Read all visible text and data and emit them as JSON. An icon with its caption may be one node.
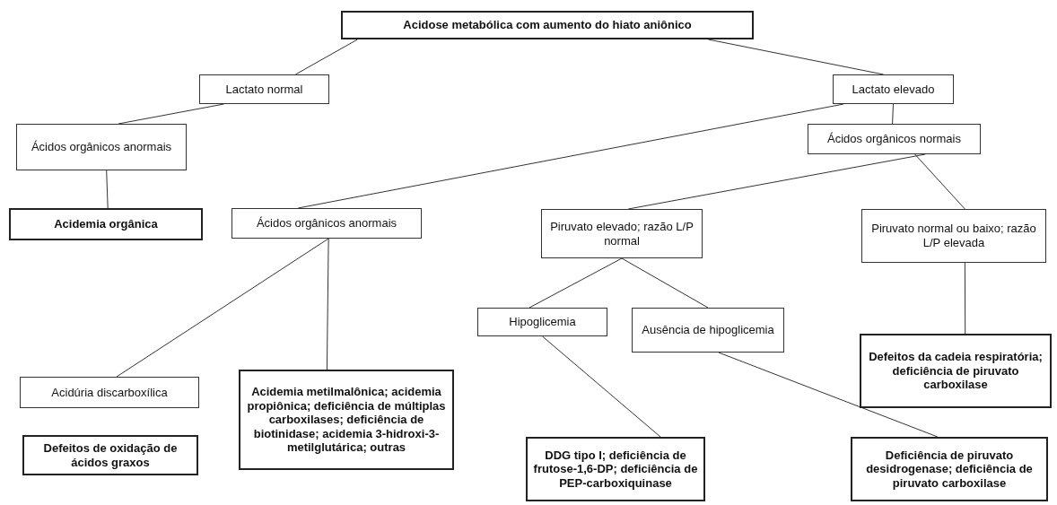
{
  "diagram": {
    "nodes": [
      {
        "text": [
          "Acidose metabólica com aumento do hiato aniônico"
        ]
      },
      {
        "text": [
          "Lactato normal"
        ]
      },
      {
        "text": [
          "Lactato elevado"
        ]
      },
      {
        "text": [
          "Ácidos orgânicos anormais"
        ]
      },
      {
        "text": [
          "Ácidos orgânicos normais"
        ]
      },
      {
        "text": [
          "Acidemia orgânica"
        ]
      },
      {
        "text": [
          "Ácidos orgânicos anormais"
        ]
      },
      {
        "text": [
          "Piruvato elevado; razão L/P normal"
        ]
      },
      {
        "text": [
          "Piruvato normal ou baixo; razão L/P elevada"
        ]
      },
      {
        "text": [
          "Hipoglicemia"
        ]
      },
      {
        "text": [
          "Ausência de hipoglicemia"
        ]
      },
      {
        "text": [
          "Defeitos da cadeia respiratória; deficiência de piruvato carboxilase"
        ]
      },
      {
        "text": [
          "Acidúria discarboxílica"
        ]
      },
      {
        "text": [
          "Acidemia metilmalônica; acidemia propiônica; deficiência de múltiplas carboxilases; deficiência de biotinidase; acidemia 3-hidroxi-3-metilglutárica; outras"
        ]
      },
      {
        "text": [
          "Defeitos de oxidação de ácidos graxos"
        ]
      },
      {
        "text": [
          "DDG tipo I; deficiência de frutose-1,6-DP; deficiência de PEP-carboxiquinase"
        ]
      },
      {
        "text": [
          "Deficiência de piruvato desidrogenase; deficiência de piruvato carboxilase"
        ]
      }
    ],
    "edges": [
      {
        "from": 0,
        "to": 1,
        "arrow": "none"
      },
      {
        "from": 0,
        "to": 2,
        "arrow": "none"
      },
      {
        "from": 1,
        "to": 3,
        "arrow": "none"
      },
      {
        "from": 2,
        "to": 6,
        "arrow": "none"
      },
      {
        "from": 2,
        "to": 4,
        "arrow": "none"
      },
      {
        "from": 4,
        "to": 7,
        "arrow": "none"
      },
      {
        "from": 4,
        "to": 8,
        "arrow": "none"
      },
      {
        "from": 3,
        "to": 5,
        "arrow": "none"
      },
      {
        "from": 6,
        "to": 12,
        "arrow": "none"
      },
      {
        "from": 6,
        "to": 13,
        "arrow": "none"
      },
      {
        "from": 7,
        "to": 9,
        "arrow": "none"
      },
      {
        "from": 7,
        "to": 10,
        "arrow": "none"
      },
      {
        "from": 8,
        "to": 11,
        "arrow": "none"
      },
      {
        "from": 9,
        "to": 15,
        "arrow": "none"
      },
      {
        "from": 10,
        "to": 16,
        "arrow": "none"
      }
    ]
  }
}
